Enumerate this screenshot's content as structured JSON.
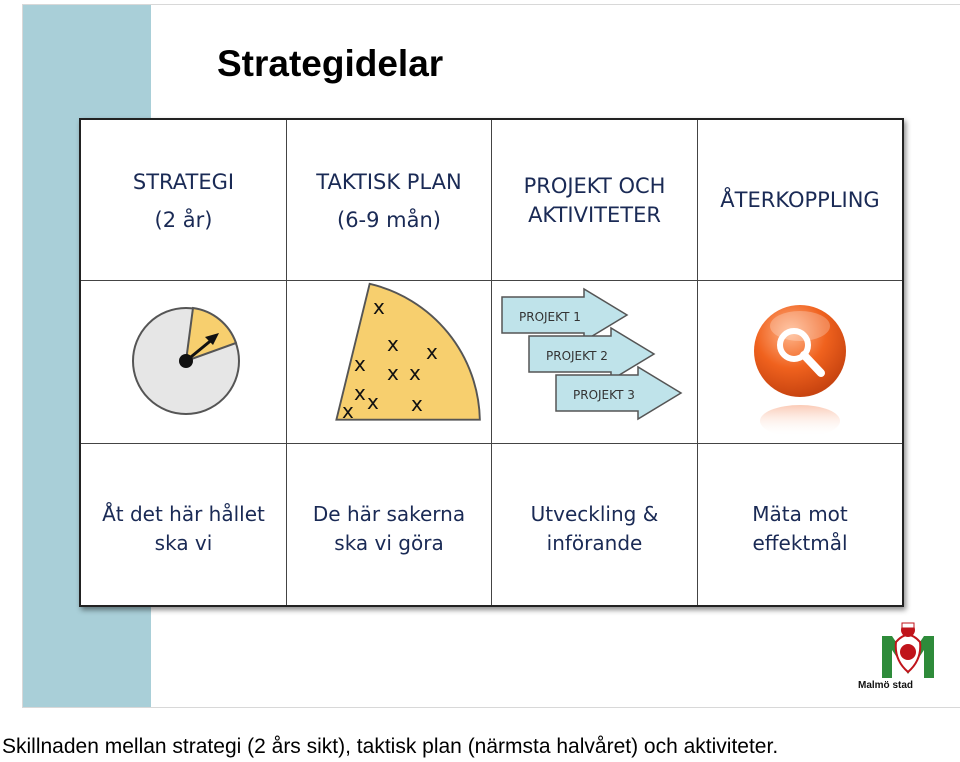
{
  "title": "Strategidelar",
  "columns": [
    {
      "head1": "STRATEGI",
      "head2": "(2 år)",
      "desc1": "Åt det här hållet",
      "desc2": "ska vi"
    },
    {
      "head1": "TAKTISK PLAN",
      "head2": "(6-9 mån)",
      "desc1": "De här sakerna",
      "desc2": "ska vi göra"
    },
    {
      "head1": "PROJEKT OCH",
      "head2": "AKTIVITETER",
      "desc1": "Utveckling &",
      "desc2": "införande"
    },
    {
      "head1": "ÅTERKOPPLING",
      "head2": "",
      "desc1": "Mäta mot",
      "desc2": "effektmål"
    }
  ],
  "projects": [
    "PROJEKT 1",
    "PROJEKT 2",
    "PROJEKT 3"
  ],
  "x_mark": "x",
  "logo_text": "Malmö stad",
  "caption": "Skillnaden mellan strategi (2 års sikt), taktisk plan (närmsta halvåret) och aktiviteter.",
  "colors": {
    "sidebar": "#a9cfd8",
    "pie_slice": "#f7cf6e",
    "pie_base": "#e6e6e6",
    "project_arrow": "#bfe3ea",
    "feedback_orb": "#f0621e",
    "logo_green": "#2e8b3a",
    "text": "#1a2a55"
  },
  "icons": [
    "pie-strategy-icon",
    "task-wedge-icon",
    "project-arrows-icon",
    "magnifier-orb-icon",
    "malmo-stad-logo"
  ]
}
